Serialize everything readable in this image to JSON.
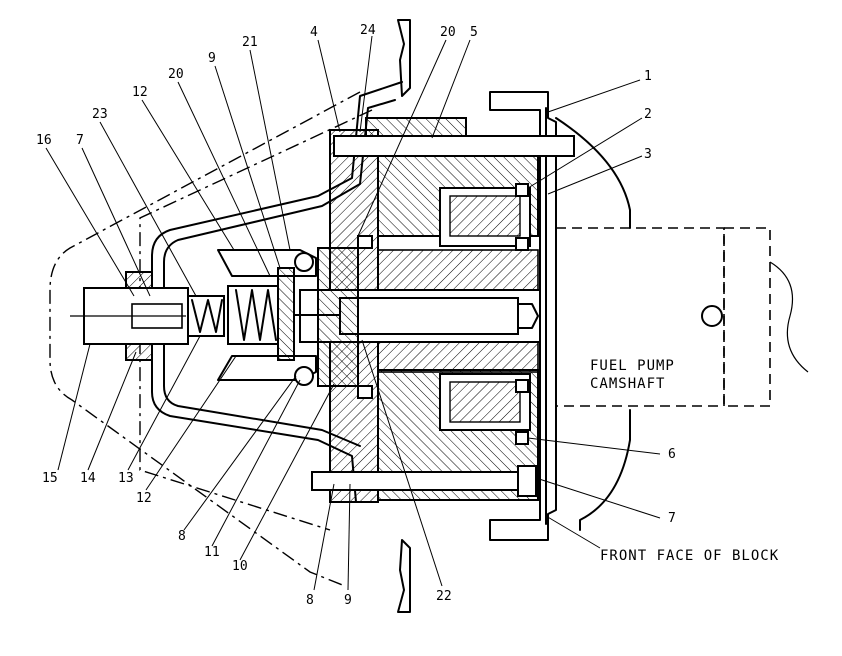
{
  "callouts": {
    "c1": "1",
    "c2": "2",
    "c3": "3",
    "c4": "4",
    "c5": "5",
    "c6": "6",
    "c7_top": "7",
    "c7_right": "7",
    "c8_bottom": "8",
    "c8_lower": "8",
    "c9_top": "9",
    "c9_bottom": "9",
    "c10": "10",
    "c11": "11",
    "c12_top": "12",
    "c12_bottom": "12",
    "c13": "13",
    "c14": "14",
    "c15": "15",
    "c16": "16",
    "c20_left": "20",
    "c20_top": "20",
    "c21": "21",
    "c22": "22",
    "c23": "23",
    "c24": "24"
  },
  "captions": {
    "pump_line1": "FUEL PUMP",
    "pump_line2": "CAMSHAFT",
    "front_face": "FRONT FACE OF BLOCK"
  }
}
